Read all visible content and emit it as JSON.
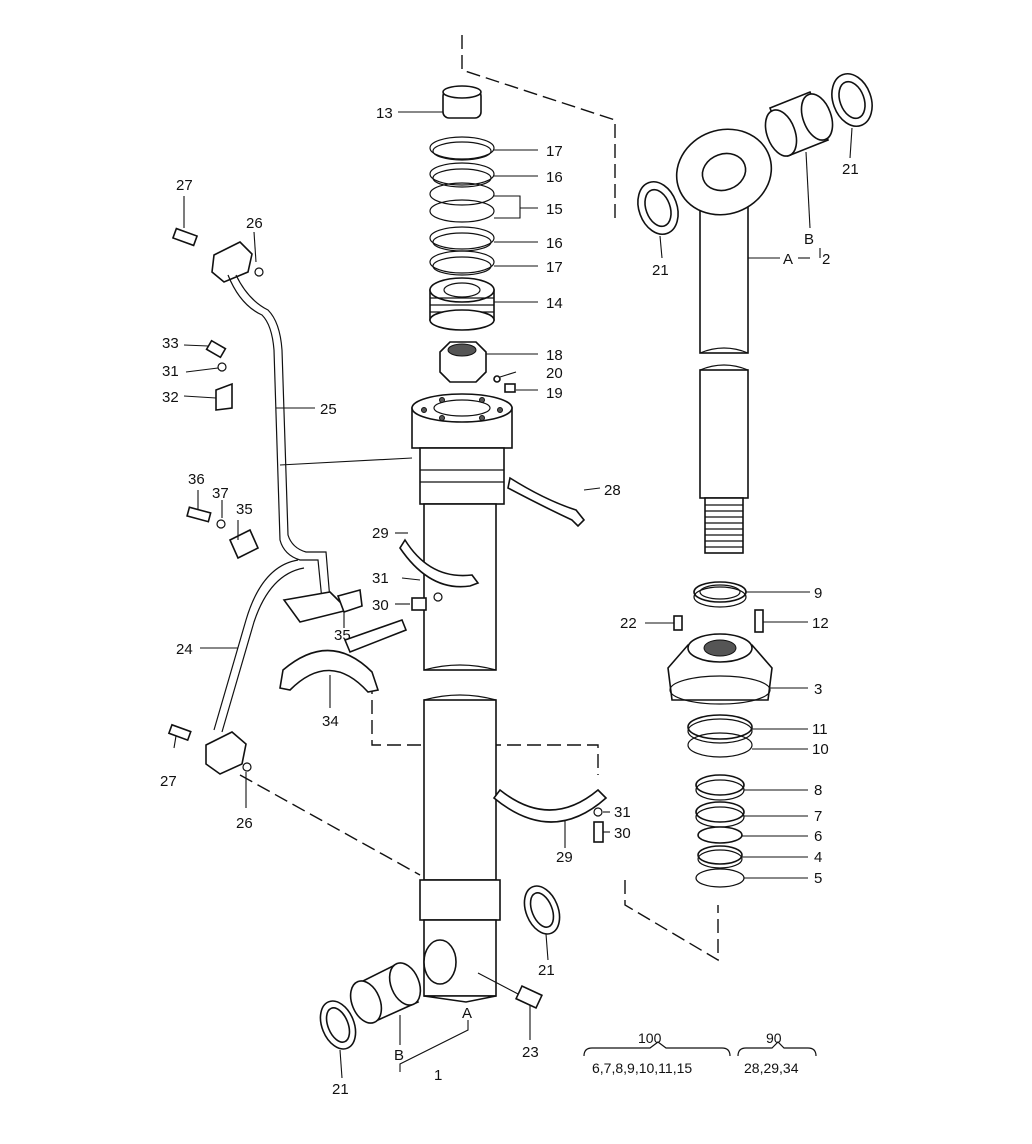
{
  "callouts": {
    "c1": "1",
    "c2": "2",
    "c3": "3",
    "c4": "4",
    "c5": "5",
    "c6": "6",
    "c7": "7",
    "c8": "8",
    "c9": "9",
    "c10": "10",
    "c11": "11",
    "c12": "12",
    "c13": "13",
    "c14": "14",
    "c15": "15",
    "c16a": "16",
    "c16b": "16",
    "c17a": "17",
    "c17b": "17",
    "c18": "18",
    "c19": "19",
    "c20": "20",
    "c21a": "21",
    "c21b": "21",
    "c21c": "21",
    "c21d": "21",
    "c22": "22",
    "c23": "23",
    "c24": "24",
    "c25": "25",
    "c26a": "26",
    "c26b": "26",
    "c27a": "27",
    "c27b": "27",
    "c28": "28",
    "c29a": "29",
    "c29b": "29",
    "c30a": "30",
    "c30b": "30",
    "c31a": "31",
    "c31b": "31",
    "c31c": "31",
    "c32": "32",
    "c33": "33",
    "c34": "34",
    "c35a": "35",
    "c35b": "35",
    "c36": "36",
    "c37": "37",
    "A_rod": "A",
    "B_rod": "B",
    "A_tube": "A",
    "B_tube": "B"
  },
  "kits": [
    {
      "code": "100",
      "parts": "6,7,8,9,10,11,15"
    },
    {
      "code": "90",
      "parts": "28,29,34"
    }
  ]
}
